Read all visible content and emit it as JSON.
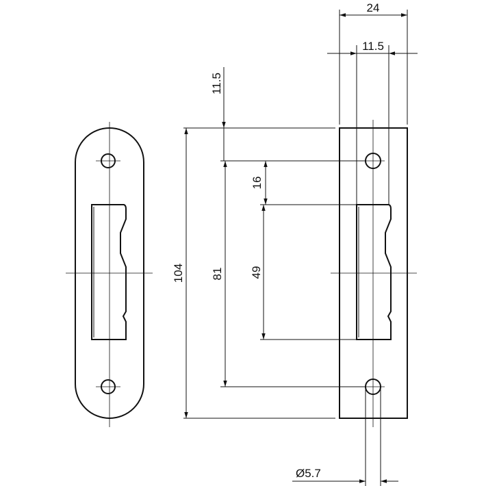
{
  "drawing": {
    "dimensions": {
      "width_total": "24",
      "width_slot": "11.5",
      "offset_top": "11.5",
      "height_total": "104",
      "hole_spacing": "81",
      "hole_to_slot": "16",
      "slot_height": "49",
      "hole_diameter": "Ø5.7"
    }
  }
}
